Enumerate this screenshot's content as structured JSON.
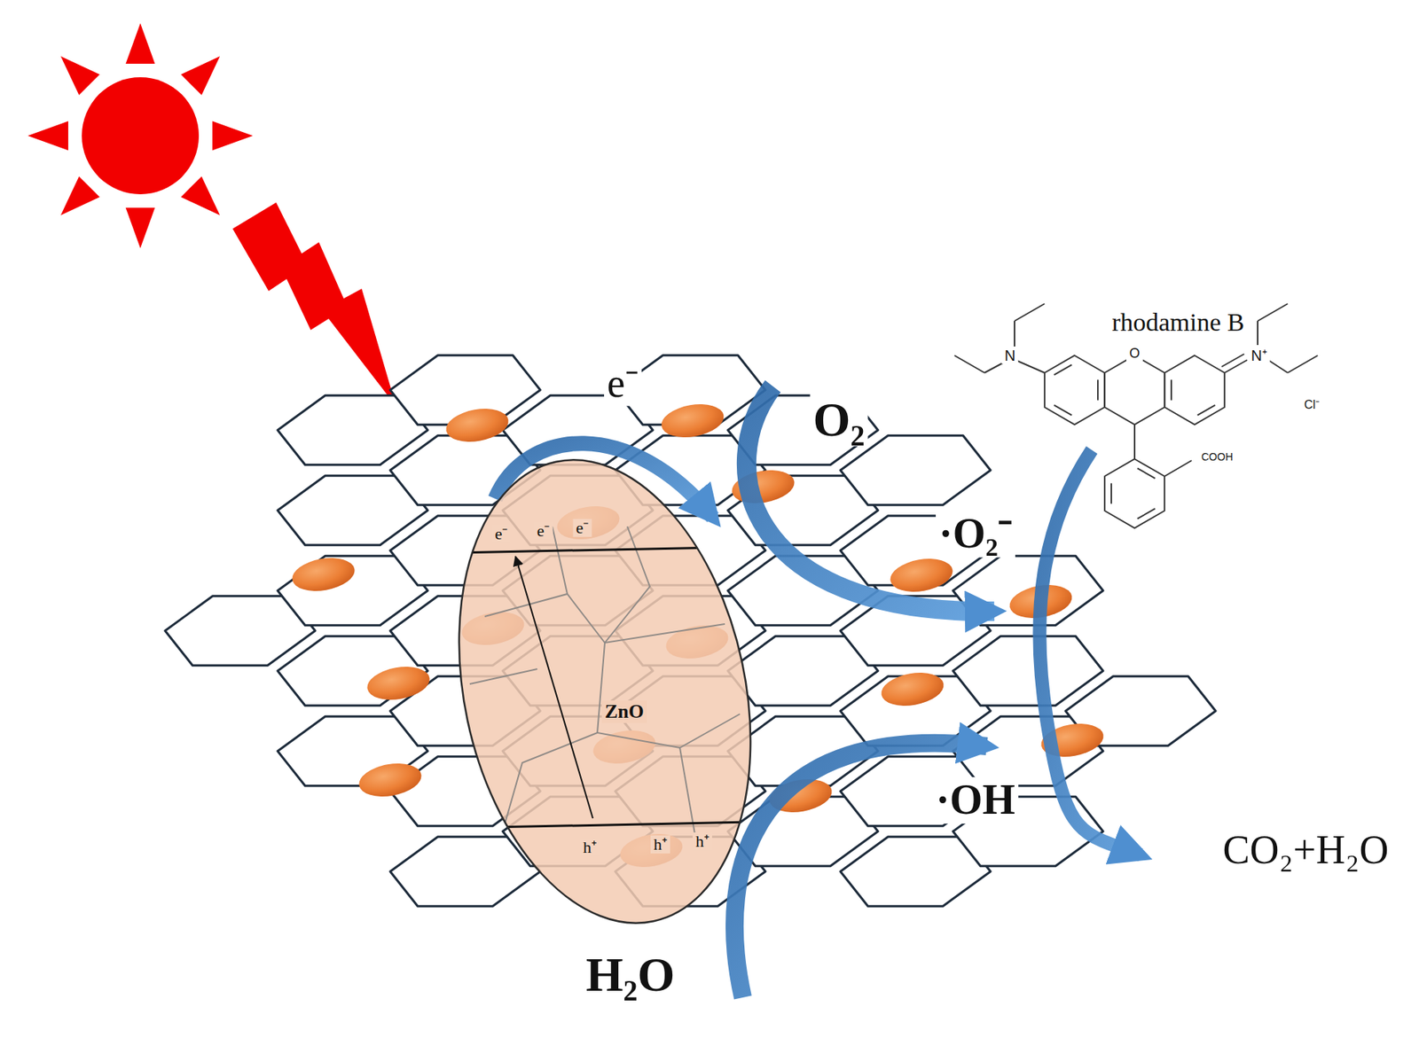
{
  "diagram": {
    "nodes": [
      {
        "text": [
          "ZnO"
        ]
      }
    ],
    "labels": [
      "e⁻",
      "O₂",
      "·O₂⁻",
      "·OH",
      "H₂O",
      "CO₂+H₂O",
      "rhodamine B",
      "N",
      "O",
      "N⁺",
      "Cl⁻",
      "COOH",
      "e⁻",
      "e⁻",
      "e⁻",
      "h⁺",
      "h⁺",
      "h⁺"
    ]
  }
}
